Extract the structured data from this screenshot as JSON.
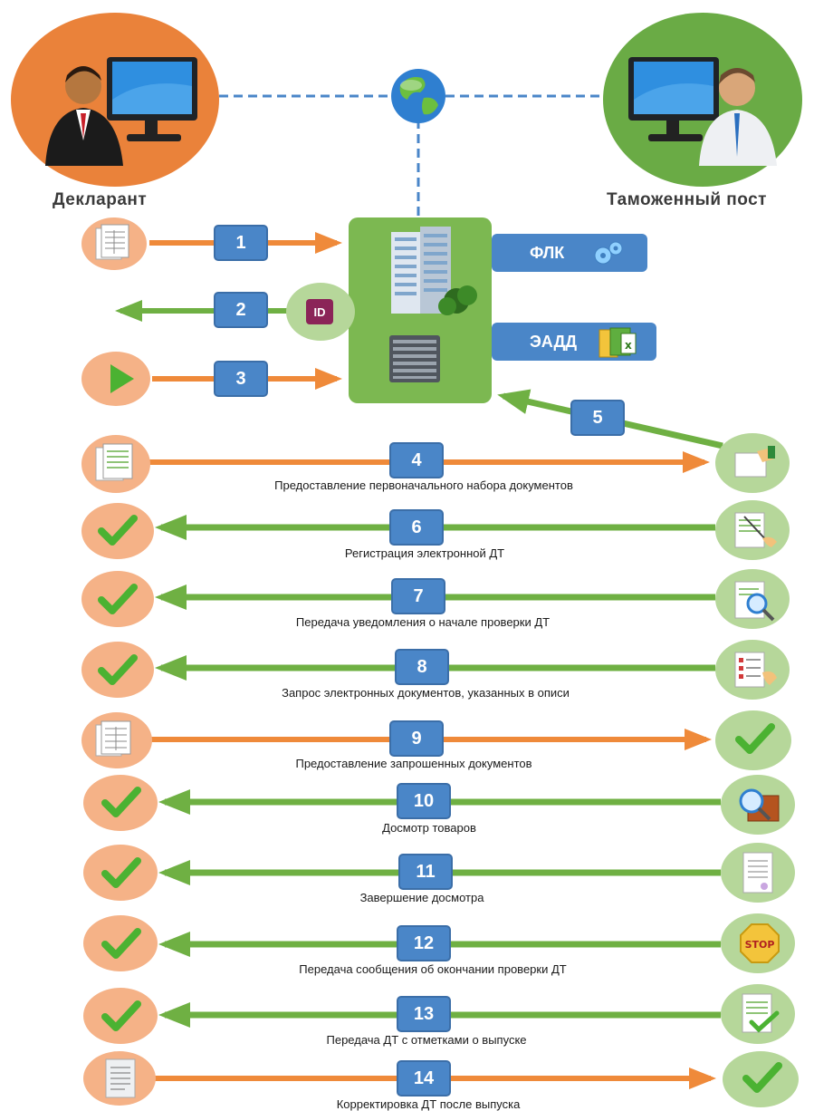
{
  "actors": {
    "declarant": {
      "label": "Декларант",
      "color": "#e98439"
    },
    "customs": {
      "label": "Таможенный пост",
      "color": "#6aaa44"
    }
  },
  "system": {
    "flk_label": "ФЛК",
    "eadd_label": "ЭАДД",
    "id_badge": "ID"
  },
  "colors": {
    "orange": "#ef8a3a",
    "green": "#6fb043",
    "blue": "#4a86c8",
    "light_orange": "#f7b78c",
    "light_green": "#b6d79a"
  },
  "steps": [
    {
      "num": "1",
      "label": ""
    },
    {
      "num": "2",
      "label": ""
    },
    {
      "num": "3",
      "label": ""
    },
    {
      "num": "4",
      "label": "Предоставление первоначального набора документов"
    },
    {
      "num": "5",
      "label": ""
    },
    {
      "num": "6",
      "label": "Регистрация электронной ДТ"
    },
    {
      "num": "7",
      "label": "Передача уведомления о начале проверки ДТ"
    },
    {
      "num": "8",
      "label": "Запрос электронных документов, указанных в описи"
    },
    {
      "num": "9",
      "label": "Предоставление запрошенных документов"
    },
    {
      "num": "10",
      "label": "Досмотр товаров"
    },
    {
      "num": "11",
      "label": "Завершение досмотра"
    },
    {
      "num": "12",
      "label": "Передача сообщения об окончании проверки ДТ"
    },
    {
      "num": "13",
      "label": "Передача ДТ с отметками о выпуске"
    },
    {
      "num": "14",
      "label": "Корректировка ДТ после выпуска"
    }
  ]
}
